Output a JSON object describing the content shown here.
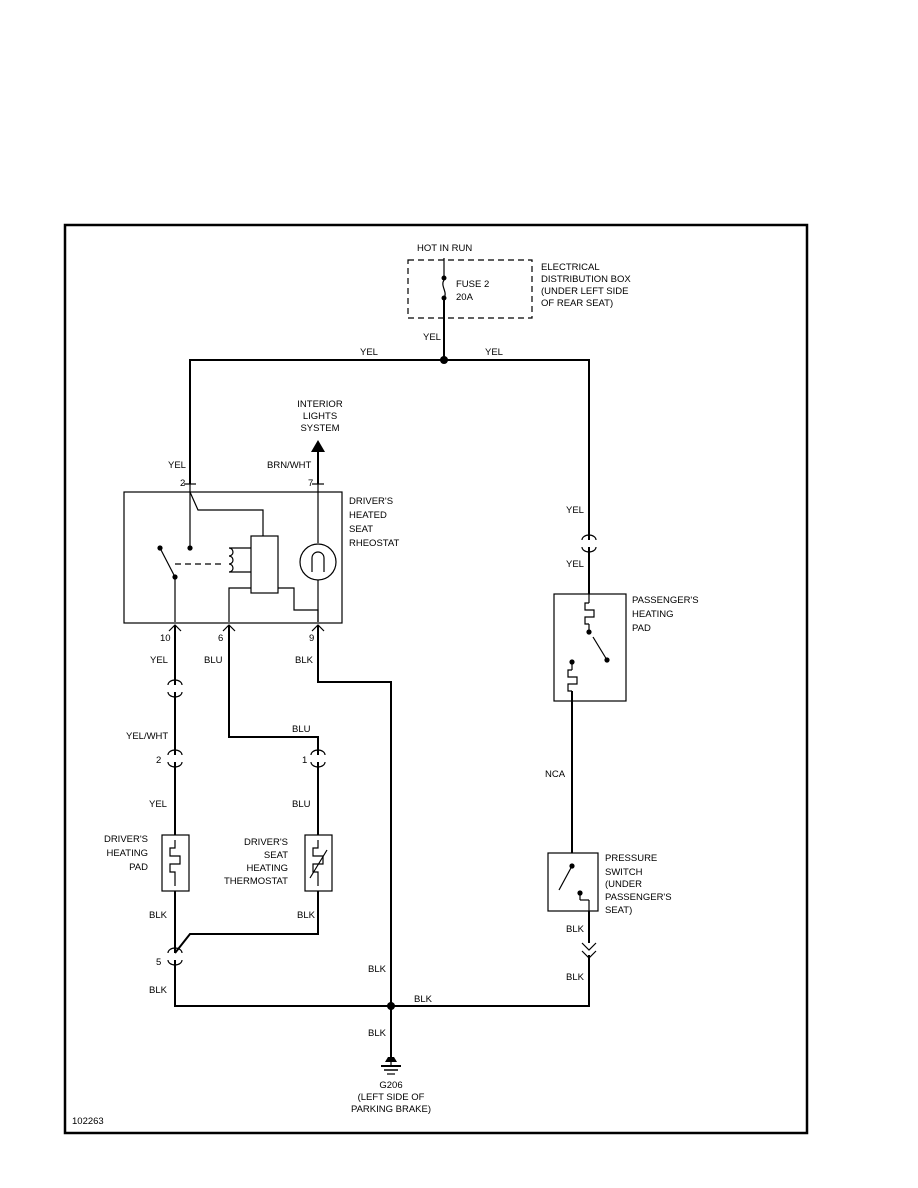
{
  "fig_id": "102263",
  "power": {
    "hot_in_run": "HOT IN RUN",
    "fuse": "FUSE 2",
    "fuse_rating": "20A",
    "box_lines": [
      "ELECTRICAL",
      "DISTRIBUTION BOX",
      "(UNDER LEFT SIDE",
      "OF REAR SEAT)"
    ]
  },
  "rheostat": {
    "label_lines": [
      "DRIVER'S",
      "HEATED",
      "SEAT",
      "RHEOSTAT"
    ],
    "pins": {
      "p2": "2",
      "p7": "7",
      "p10": "10",
      "p6": "6",
      "p9": "9"
    }
  },
  "interior_lights": [
    "INTERIOR",
    "LIGHTS",
    "SYSTEM"
  ],
  "passenger_pad": [
    "PASSENGER'S",
    "HEATING",
    "PAD"
  ],
  "pressure_switch": [
    "PRESSURE",
    "SWITCH",
    "(UNDER",
    "PASSENGER'S",
    "SEAT)"
  ],
  "driver_pad": [
    "DRIVER'S",
    "HEATING",
    "PAD"
  ],
  "thermostat": [
    "DRIVER'S",
    "SEAT",
    "HEATING",
    "THERMOSTAT"
  ],
  "connectors": {
    "c2": "2",
    "c1": "1",
    "c5": "5"
  },
  "ground": {
    "id": "G206",
    "lines": [
      "(LEFT SIDE OF",
      "PARKING BRAKE)"
    ]
  },
  "wires": {
    "yel_fuse": "YEL",
    "yel_left": "YEL",
    "yel_right": "YEL",
    "yel_pin2": "YEL",
    "brn_wht": "BRN/WHT",
    "yel_pass_top": "YEL",
    "yel_pass_below": "YEL",
    "yel_pin10": "YEL",
    "blu_pin6": "BLU",
    "blk_pin9": "BLK",
    "yel_wht": "YEL/WHT",
    "blu_horiz": "BLU",
    "yel_pad": "YEL",
    "blu_therm": "BLU",
    "blk_pad": "BLK",
    "blk_therm": "BLK",
    "blk_c5": "BLK",
    "blk_vert": "BLK",
    "blk_horiz": "BLK",
    "blk_ground": "BLK",
    "nca": "NCA",
    "blk_ps1": "BLK",
    "blk_ps2": "BLK"
  }
}
